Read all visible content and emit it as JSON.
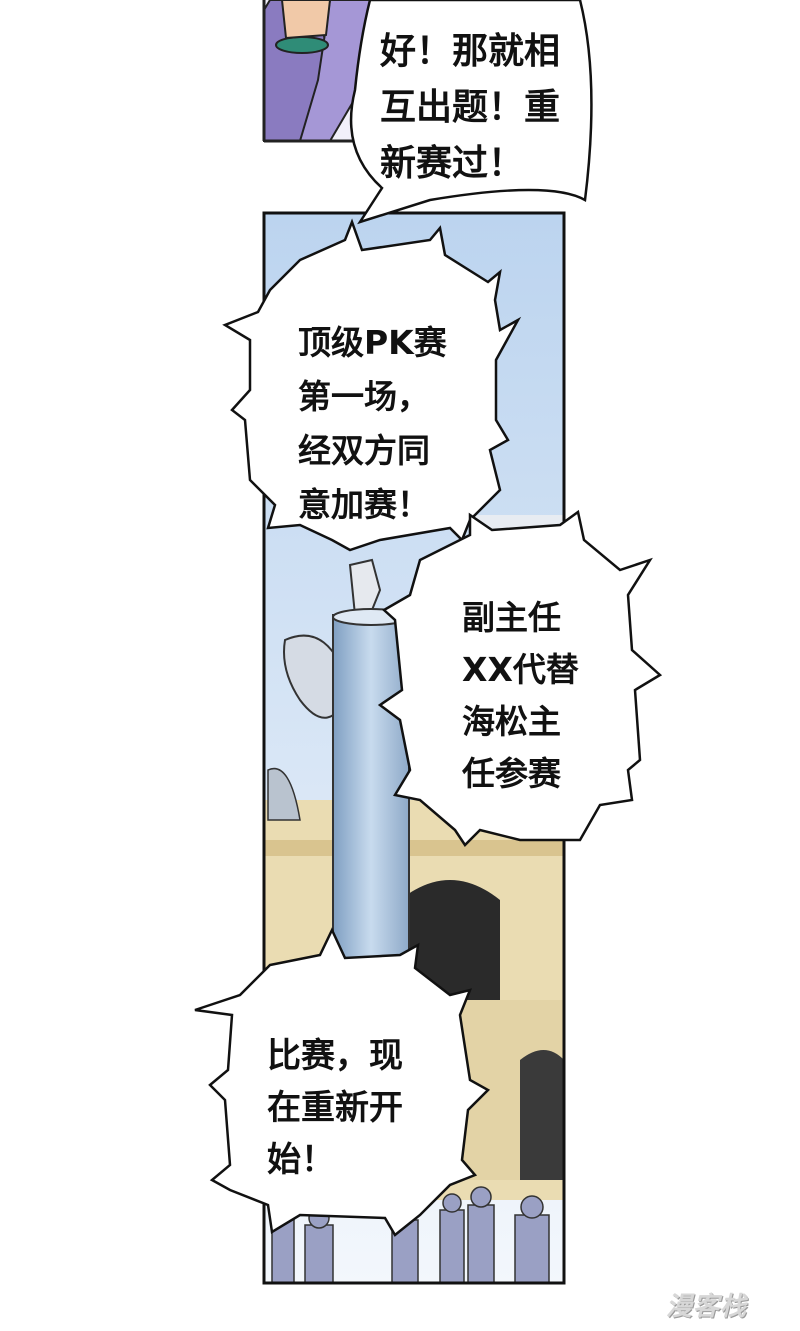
{
  "bubbles": [
    {
      "text": "好！那就相\n互出题！重\n新赛过！"
    },
    {
      "text": "顶级PK赛\n第一场，\n经双方同\n意加赛！"
    },
    {
      "text": "副主任\nXX代替\n海松主\n任参赛"
    },
    {
      "text": "比赛，现\n在重新开\n始！"
    }
  ],
  "watermark": "漫客栈",
  "colors": {
    "sky": "#cfe0f4",
    "pillar": "#a9c2dc",
    "building": "#eadcb2",
    "sleeve": "#8a7bc0",
    "bubble_fill": "#ffffff",
    "ink": "#111111"
  }
}
